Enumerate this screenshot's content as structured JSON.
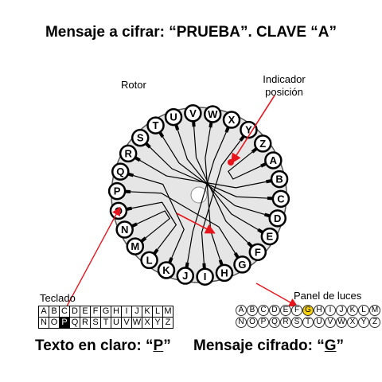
{
  "title": {
    "prefix": "Mensaje a cifrar: “PRUEBA”. CLAVE “A”"
  },
  "labels": {
    "rotor": "Rotor",
    "indicator_line1": "Indicador",
    "indicator_line2": "posición",
    "keyboard": "Teclado",
    "lamp_panel": "Panel de luces"
  },
  "rotor_letters": [
    "A",
    "B",
    "C",
    "D",
    "E",
    "F",
    "G",
    "H",
    "I",
    "J",
    "K",
    "L",
    "M",
    "N",
    "O",
    "P",
    "Q",
    "R",
    "S",
    "T",
    "U",
    "V",
    "W",
    "X",
    "Y",
    "Z"
  ],
  "keyboard": {
    "row1": [
      "A",
      "B",
      "C",
      "D",
      "E",
      "F",
      "G",
      "H",
      "I",
      "J",
      "K",
      "L",
      "M"
    ],
    "row2": [
      "N",
      "O",
      "P",
      "Q",
      "R",
      "S",
      "T",
      "U",
      "V",
      "W",
      "X",
      "Y",
      "Z"
    ],
    "pressed": "P"
  },
  "lamp_panel": {
    "row1": [
      "A",
      "B",
      "C",
      "D",
      "E",
      "F",
      "G",
      "H",
      "I",
      "J",
      "K",
      "L",
      "M"
    ],
    "row2": [
      "N",
      "O",
      "P",
      "Q",
      "R",
      "S",
      "T",
      "U",
      "V",
      "W",
      "X",
      "Y",
      "Z"
    ],
    "lit": "G"
  },
  "plain": {
    "prefix": "Texto en claro: “",
    "letter": "P",
    "suffix": "”"
  },
  "cipher": {
    "prefix": "Mensaje cifrado: “",
    "letter": "G",
    "suffix": "”"
  },
  "colors": {
    "rotor_fill": "#e6e6e6",
    "arrow": "#e8141c",
    "lamp_lit": "#f6d20e",
    "key_active": "#000000"
  }
}
